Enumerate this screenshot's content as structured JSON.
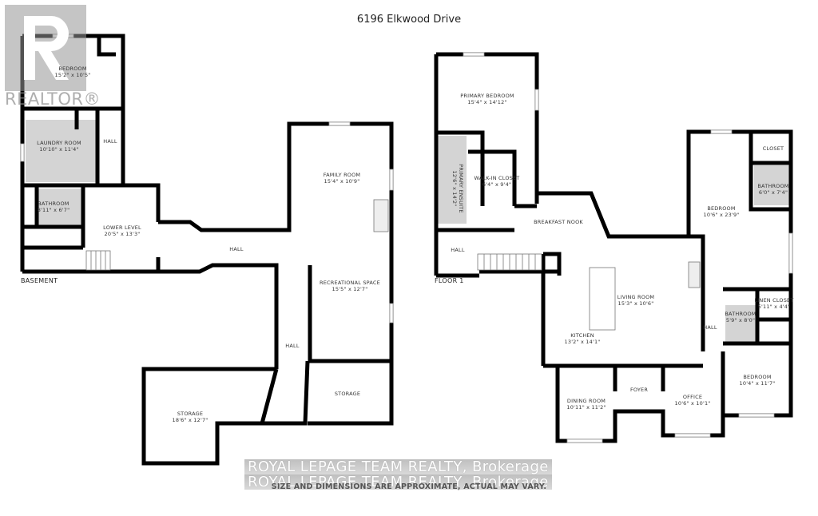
{
  "title": "6196 Elkwood Drive",
  "watermark": {
    "logo_letter": "R",
    "text": "REALTOR®"
  },
  "brokerage": [
    "ROYAL LEPAGE TEAM REALTY, Brokerage",
    "ROYAL LEPAGE TEAM REALTY, Brokerage"
  ],
  "disclaimer": "SIZE AND DIMENSIONS ARE APPROXIMATE, ACTUAL MAY VARY.",
  "floors": {
    "basement": {
      "label": "BASEMENT",
      "rooms": [
        {
          "name": "BEDROOM",
          "dims": "15'2\" x 10'5\""
        },
        {
          "name": "LAUNDRY ROOM",
          "dims": "10'10\" x 11'4\""
        },
        {
          "name": "HALL",
          "dims": ""
        },
        {
          "name": "BATHROOM",
          "dims": "8'11\" x 6'7\""
        },
        {
          "name": "LOWER LEVEL",
          "dims": "20'5\" x 13'3\""
        },
        {
          "name": "HALL",
          "dims": ""
        },
        {
          "name": "FAMILY ROOM",
          "dims": "15'4\" x 10'9\""
        },
        {
          "name": "RECREATIONAL SPACE",
          "dims": "15'5\" x 12'7\""
        },
        {
          "name": "HALL",
          "dims": ""
        },
        {
          "name": "STORAGE",
          "dims": "18'6\" x 12'7\""
        },
        {
          "name": "STORAGE",
          "dims": ""
        }
      ]
    },
    "floor1": {
      "label": "FLOOR 1",
      "rooms": [
        {
          "name": "PRIMARY BEDROOM",
          "dims": "15'4\" x 14'12\""
        },
        {
          "name": "PRIMARY ENSUITE",
          "dims": "12'6\" x 14'2\""
        },
        {
          "name": "WALK-IN CLOSET",
          "dims": "6'4\" x 9'4\""
        },
        {
          "name": "BREAKFAST NOOK",
          "dims": ""
        },
        {
          "name": "HALL",
          "dims": ""
        },
        {
          "name": "LIVING ROOM",
          "dims": "15'3\" x 10'6\""
        },
        {
          "name": "KITCHEN",
          "dims": "13'2\" x 14'1\""
        },
        {
          "name": "CLOSET",
          "dims": ""
        },
        {
          "name": "BATHROOM",
          "dims": "6'0\" x 7'4\""
        },
        {
          "name": "BEDROOM",
          "dims": "10'6\" x 23'9\""
        },
        {
          "name": "LINEN CLOSET",
          "dims": "5'11\" x 4'4\""
        },
        {
          "name": "BATHROOM",
          "dims": "5'9\" x 8'0\""
        },
        {
          "name": "HALL",
          "dims": ""
        },
        {
          "name": "BEDROOM",
          "dims": "10'4\" x 11'7\""
        },
        {
          "name": "DINING ROOM",
          "dims": "10'11\" x 11'2\""
        },
        {
          "name": "FOYER",
          "dims": ""
        },
        {
          "name": "OFFICE",
          "dims": "10'6\" x 10'1\""
        }
      ]
    }
  },
  "colors": {
    "wall": "#000000",
    "wet_area": "#d4d4d4",
    "window": "#ffffff",
    "watermark": "#969696"
  }
}
